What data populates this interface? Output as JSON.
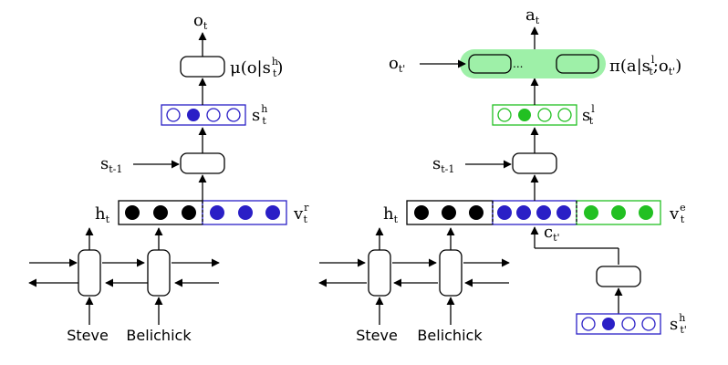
{
  "colors": {
    "black": "#000000",
    "blue": "#2a1fc6",
    "green": "#22c022",
    "highlight": "#9ef0a8"
  },
  "left": {
    "inputs": [
      "Steve",
      "Belichick"
    ],
    "hidden_label": "h",
    "hidden_sub": "t",
    "vector_label": "v",
    "vector_sup": "r",
    "vector_sub": "t",
    "prev_state_label": "s",
    "prev_state_sub": "t-1",
    "state_label": "s",
    "state_sup": "h",
    "state_sub": "t",
    "policy_label": "μ(o|s",
    "policy_sup": "h",
    "policy_sub": "t",
    "policy_close": ")",
    "output_label": "o",
    "output_sub": "t"
  },
  "right": {
    "inputs": [
      "Steve",
      "Belichick"
    ],
    "hidden_label": "h",
    "hidden_sub": "t",
    "vector_label": "v",
    "vector_sup": "e",
    "vector_sub": "t",
    "context_label": "c",
    "context_sub": "t'",
    "prev_state_label": "s",
    "prev_state_sub": "t-1",
    "state_label": "s",
    "state_sup": "l",
    "state_sub": "t",
    "option_label": "o",
    "option_sub": "t'",
    "ellipsis": "...",
    "policy_label": "π(a|s",
    "policy_sup": "l",
    "policy_sub": "t",
    "policy_mid": ";o",
    "policy_sub2": "t'",
    "policy_close": ")",
    "action_label": "a",
    "action_sub": "t",
    "option_state_label": "s",
    "option_state_sup": "h",
    "option_state_sub": "t'"
  }
}
